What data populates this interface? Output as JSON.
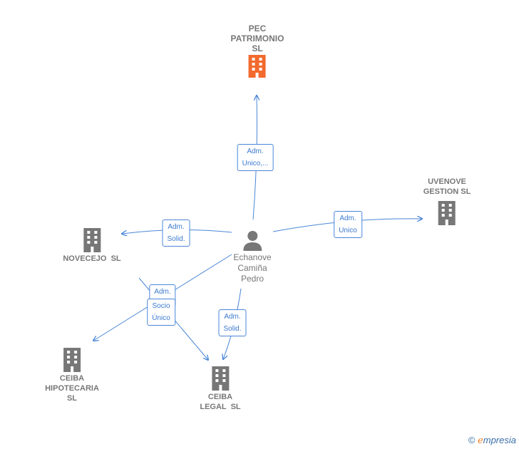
{
  "nodes": {
    "pec": {
      "name": [
        "PEC",
        "PATRIMONIO",
        "SL"
      ],
      "color": "#f26a2e"
    },
    "uvenove": {
      "name": [
        "UVENOVE",
        "GESTION SL"
      ],
      "color": "#777777"
    },
    "novecejo": {
      "name": [
        "NOVECEJO  SL"
      ],
      "color": "#777777"
    },
    "ceiba_hipotecaria": {
      "name": [
        "CEIBA",
        "HIPOTECARIA",
        "SL"
      ],
      "color": "#777777"
    },
    "ceiba_legal": {
      "name": [
        "CEIBA",
        "LEGAL  SL"
      ],
      "color": "#777777"
    },
    "person": {
      "name": [
        "Echanove",
        "Camiña",
        "Pedro"
      ]
    }
  },
  "edges": {
    "to_pec": [
      "Adm.",
      "Unico,..."
    ],
    "to_uvenove": [
      "Adm.",
      "Unico"
    ],
    "to_novecejo": [
      "Adm.",
      "Solid."
    ],
    "to_ceiba_legal": [
      "Adm.",
      "Solid."
    ],
    "to_ceiba_hipotecaria": [
      "Adm."
    ],
    "novecejo_to_ceiba_legal": [
      "Socio",
      "Único"
    ]
  },
  "edge_color": "#4a86d8",
  "footer": {
    "copyright": "©",
    "brand_e": "e",
    "brand_rest": "mpresia"
  }
}
